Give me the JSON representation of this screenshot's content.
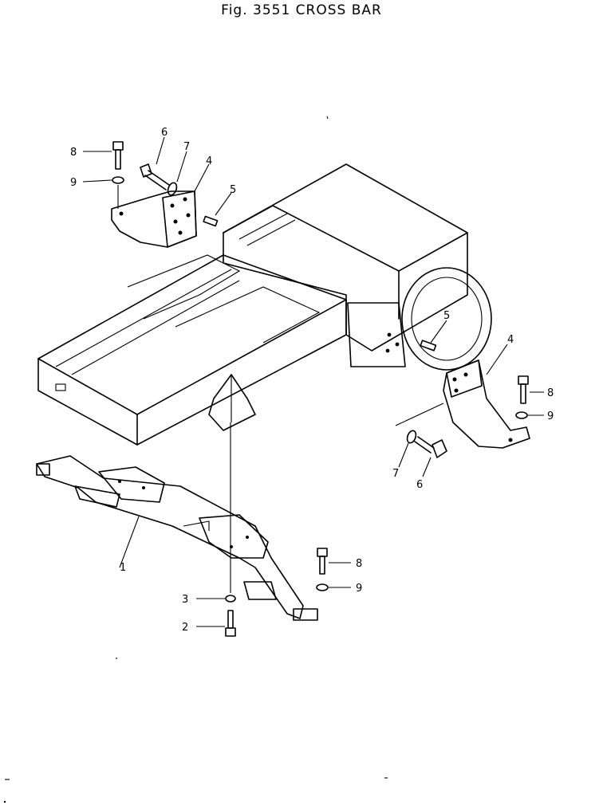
{
  "title": "Fig. 3551 CROSS BAR",
  "callouts": {
    "c1": "1",
    "c2": "2",
    "c3": "3",
    "c4a": "4",
    "c4b": "4",
    "c5a": "5",
    "c5b": "5",
    "c6a": "6",
    "c6b": "6",
    "c7a": "7",
    "c7b": "7",
    "c8a": "8",
    "c8b": "8",
    "c8c": "8",
    "c9a": "9",
    "c9b": "9",
    "c9c": "9"
  }
}
